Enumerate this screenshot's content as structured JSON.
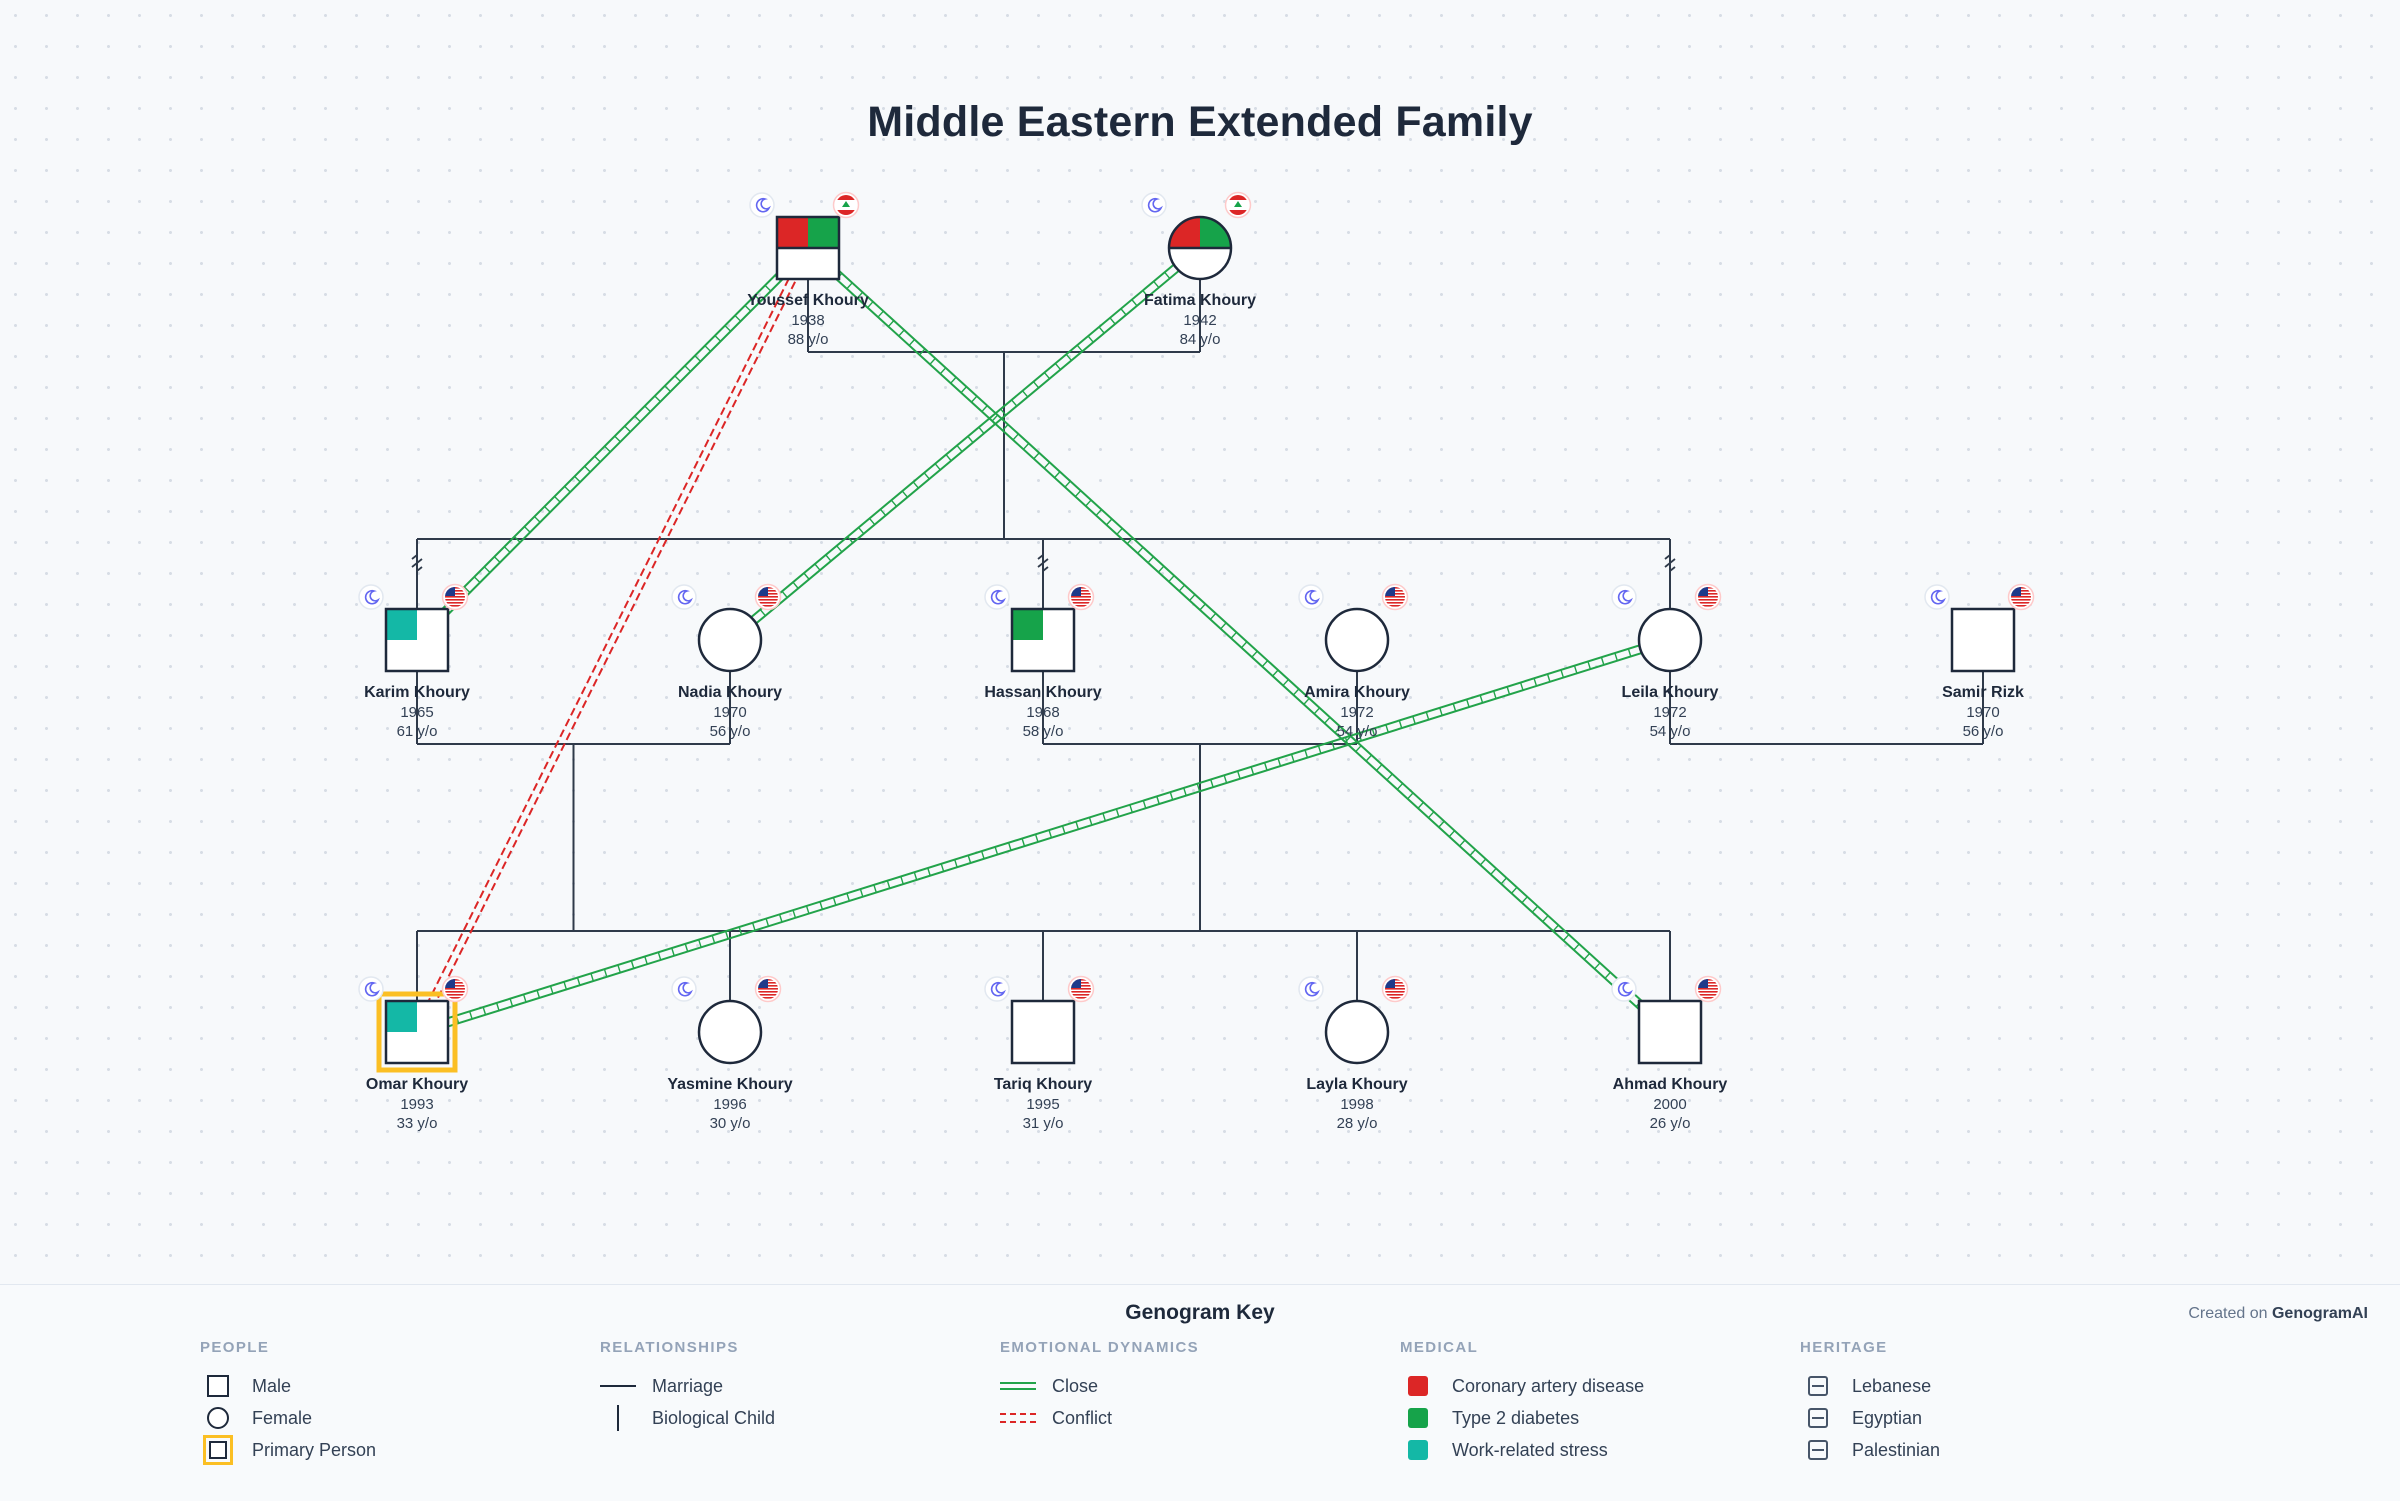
{
  "title": "Middle Eastern Extended Family",
  "colors": {
    "line": "#2f3a4a",
    "close": "#22a34a",
    "conflict": "#dc2626",
    "coronary": "#dc2626",
    "diabetes": "#16a34a",
    "stress": "#14b8a6",
    "primary_frame": "#fbbf24"
  },
  "people": [
    {
      "id": "youssef",
      "name": "Youssef Khoury",
      "year": "1938",
      "age": "88 y/o",
      "sex": "male",
      "conditions": [
        "coronary",
        "diabetes"
      ],
      "flag": "lebanon",
      "icon": "moon-icon"
    },
    {
      "id": "fatima",
      "name": "Fatima Khoury",
      "year": "1942",
      "age": "84 y/o",
      "sex": "female",
      "conditions": [
        "coronary",
        "diabetes"
      ],
      "flag": "lebanon",
      "icon": "moon-icon"
    },
    {
      "id": "karim",
      "name": "Karim Khoury",
      "year": "1965",
      "age": "61 y/o",
      "sex": "male",
      "conditions": [
        "stress"
      ],
      "flag": "usa",
      "icon": "moon-icon"
    },
    {
      "id": "nadia",
      "name": "Nadia Khoury",
      "year": "1970",
      "age": "56 y/o",
      "sex": "female",
      "conditions": [],
      "flag": "usa",
      "icon": "moon-icon"
    },
    {
      "id": "hassan",
      "name": "Hassan Khoury",
      "year": "1968",
      "age": "58 y/o",
      "sex": "male",
      "conditions": [
        "diabetes"
      ],
      "flag": "usa",
      "icon": "moon-icon"
    },
    {
      "id": "amira",
      "name": "Amira Khoury",
      "year": "1972",
      "age": "54 y/o",
      "sex": "female",
      "conditions": [],
      "flag": "usa",
      "icon": "moon-icon"
    },
    {
      "id": "leila",
      "name": "Leila Khoury",
      "year": "1972",
      "age": "54 y/o",
      "sex": "female",
      "conditions": [],
      "flag": "usa",
      "icon": "moon-icon"
    },
    {
      "id": "samir",
      "name": "Samir Rizk",
      "year": "1970",
      "age": "56 y/o",
      "sex": "male",
      "conditions": [],
      "flag": "usa",
      "icon": "moon-icon"
    },
    {
      "id": "omar",
      "name": "Omar Khoury",
      "year": "1993",
      "age": "33 y/o",
      "sex": "male",
      "conditions": [
        "stress"
      ],
      "flag": "usa",
      "icon": "moon-icon",
      "primary": true
    },
    {
      "id": "yasmine",
      "name": "Yasmine Khoury",
      "year": "1996",
      "age": "30 y/o",
      "sex": "female",
      "conditions": [],
      "flag": "usa",
      "icon": "moon-icon"
    },
    {
      "id": "tariq",
      "name": "Tariq Khoury",
      "year": "1995",
      "age": "31 y/o",
      "sex": "male",
      "conditions": [],
      "flag": "usa",
      "icon": "moon-icon"
    },
    {
      "id": "layla",
      "name": "Layla Khoury",
      "year": "1998",
      "age": "28 y/o",
      "sex": "female",
      "conditions": [],
      "flag": "usa",
      "icon": "moon-icon"
    },
    {
      "id": "ahmad",
      "name": "Ahmad Khoury",
      "year": "2000",
      "age": "26 y/o",
      "sex": "male",
      "conditions": [],
      "flag": "usa",
      "icon": "moon-icon"
    }
  ],
  "marriages": [
    {
      "a": "youssef",
      "b": "fatima"
    },
    {
      "a": "karim",
      "b": "nadia"
    },
    {
      "a": "hassan",
      "b": "amira"
    },
    {
      "a": "leila",
      "b": "samir"
    }
  ],
  "parent_child": [
    {
      "union": 0,
      "children": [
        "karim",
        "hassan",
        "leila"
      ]
    },
    {
      "union": 1,
      "children": [
        "omar",
        "yasmine"
      ]
    },
    {
      "union": 2,
      "children": [
        "omar",
        "tariq",
        "layla",
        "ahmad"
      ]
    }
  ],
  "emotional": [
    {
      "type": "close",
      "a": "youssef",
      "b": "karim"
    },
    {
      "type": "close",
      "a": "youssef",
      "b": "ahmad"
    },
    {
      "type": "close",
      "a": "fatima",
      "b": "nadia"
    },
    {
      "type": "close",
      "a": "leila",
      "b": "omar"
    },
    {
      "type": "conflict",
      "a": "youssef",
      "b": "omar"
    }
  ],
  "key": {
    "title": "Genogram Key",
    "credit_prefix": "Created on",
    "credit_brand": "GenogramAI",
    "people_head": "PEOPLE",
    "people": [
      "Male",
      "Female",
      "Primary Person"
    ],
    "relationships_head": "RELATIONSHIPS",
    "relationships": [
      "Marriage",
      "Biological Child"
    ],
    "emotional_head": "EMOTIONAL DYNAMICS",
    "emotional": [
      "Close",
      "Conflict"
    ],
    "medical_head": "MEDICAL",
    "medical": [
      "Coronary artery disease",
      "Type 2 diabetes",
      "Work-related stress"
    ],
    "heritage_head": "HERITAGE",
    "heritage": [
      "Lebanese",
      "Egyptian",
      "Palestinian"
    ]
  }
}
